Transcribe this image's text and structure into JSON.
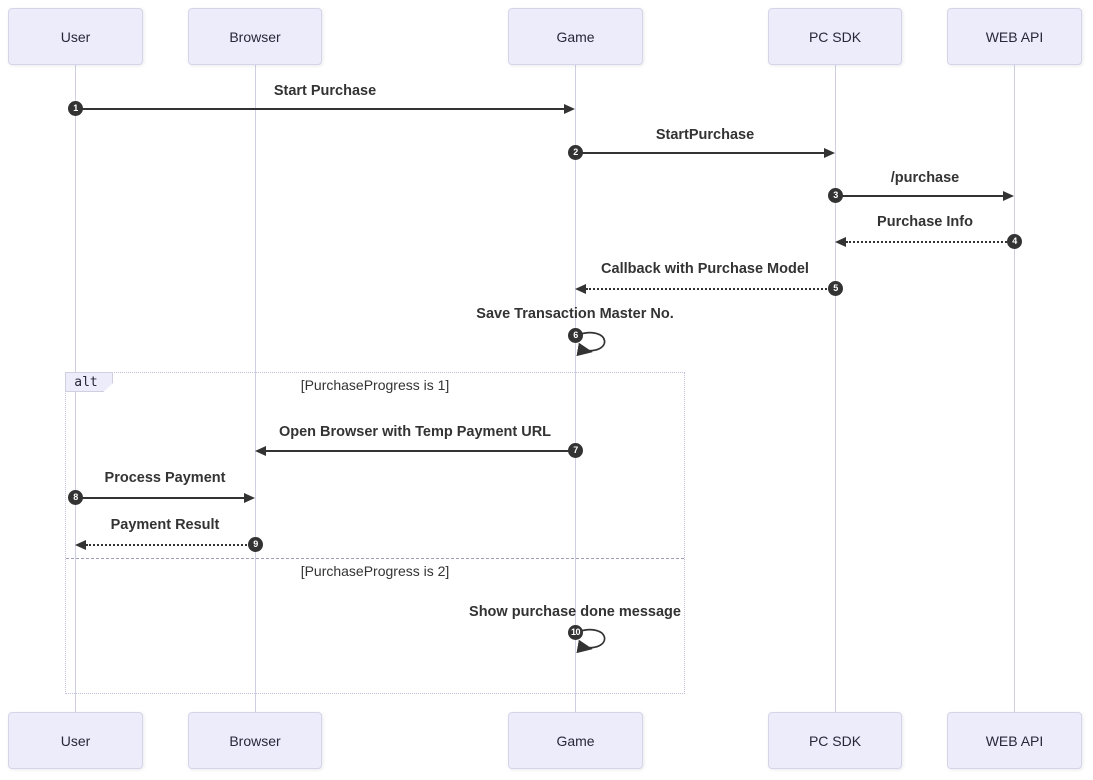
{
  "diagram": {
    "type": "sequence",
    "participants": [
      {
        "id": "user",
        "label": "User"
      },
      {
        "id": "browser",
        "label": "Browser"
      },
      {
        "id": "game",
        "label": "Game"
      },
      {
        "id": "pcsdk",
        "label": "PC SDK"
      },
      {
        "id": "webapi",
        "label": "WEB API"
      }
    ],
    "messages": [
      {
        "num": "1",
        "label": "Start Purchase",
        "from": "User",
        "to": "Game",
        "line": "solid"
      },
      {
        "num": "2",
        "label": "StartPurchase",
        "from": "Game",
        "to": "PC SDK",
        "line": "solid"
      },
      {
        "num": "3",
        "label": "/purchase",
        "from": "PC SDK",
        "to": "WEB API",
        "line": "solid"
      },
      {
        "num": "4",
        "label": "Purchase Info",
        "from": "WEB API",
        "to": "PC SDK",
        "line": "dotted"
      },
      {
        "num": "5",
        "label": "Callback with Purchase Model",
        "from": "PC SDK",
        "to": "Game",
        "line": "dotted"
      },
      {
        "num": "6",
        "label": "Save Transaction Master No.",
        "from": "Game",
        "to": "Game",
        "line": "self"
      },
      {
        "num": "7",
        "label": "Open Browser with Temp Payment URL",
        "from": "Game",
        "to": "Browser",
        "line": "solid"
      },
      {
        "num": "8",
        "label": "Process Payment",
        "from": "User",
        "to": "Browser",
        "line": "solid"
      },
      {
        "num": "9",
        "label": "Payment Result",
        "from": "Browser",
        "to": "User",
        "line": "dotted"
      },
      {
        "num": "10",
        "label": "Show purchase done message",
        "from": "Game",
        "to": "Game",
        "line": "self"
      }
    ],
    "alt_frame": {
      "label": "alt",
      "conditions": [
        "[PurchaseProgress is 1]",
        "[PurchaseProgress is 2]"
      ]
    },
    "colors": {
      "participant_fill": "#ECECFB",
      "participant_border": "#d5d5e8",
      "lifeline": "#cfcfe3",
      "arrow": "#333333",
      "frame_border": "#c0c0dc",
      "number_badge": "#333333",
      "number_text": "#ffffff"
    }
  }
}
